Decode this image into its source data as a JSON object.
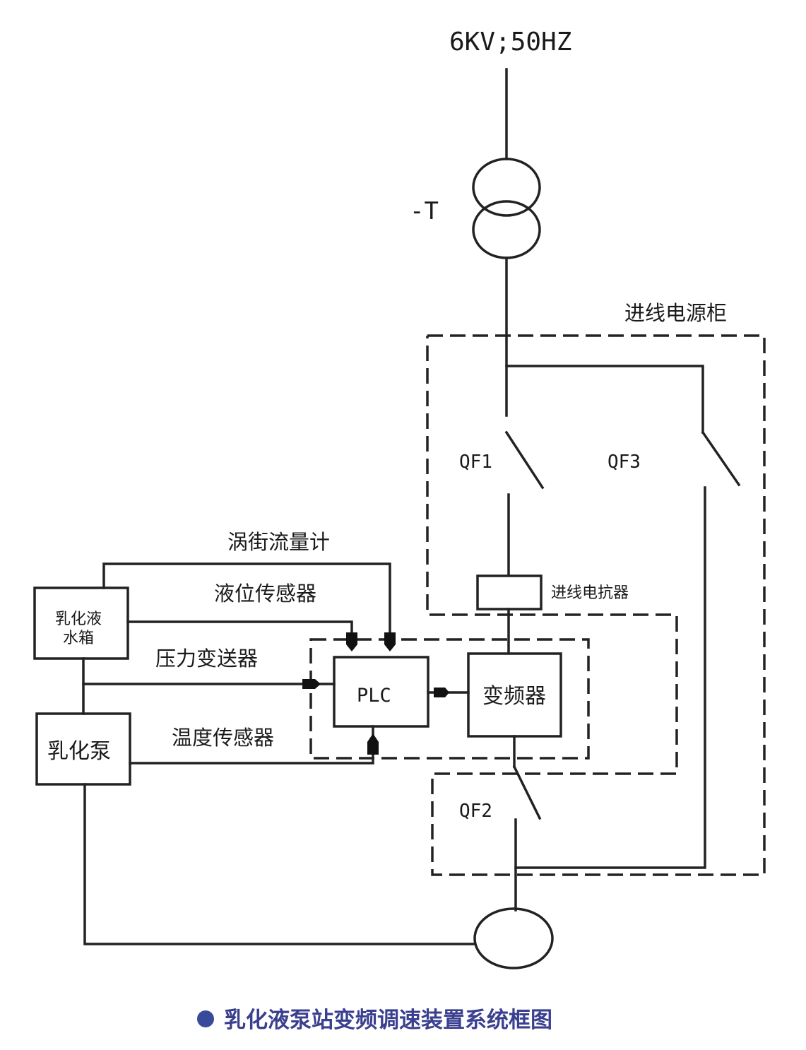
{
  "supply_label": "6KV;50HZ",
  "transformer_label": "-T",
  "incoming_cabinet_label": "进线电源柜",
  "breakers": {
    "qf1": "QF1",
    "qf2": "QF2",
    "qf3": "QF3"
  },
  "reactor_label": "进线电抗器",
  "inverter_label": "变频器",
  "plc_label": "PLC",
  "tank_label_line1": "乳化液",
  "tank_label_line2": "水箱",
  "pump_label": "乳化泵",
  "sensors": {
    "flowmeter": "涡街流量计",
    "level": "液位传感器",
    "pressure": "压力变送器",
    "temperature": "温度传感器"
  },
  "caption": "乳化液泵站变频调速装置系统框图",
  "colors": {
    "caption": "#3a3f8f",
    "caption_bullet": "#3a4a9a",
    "line": "#222222"
  }
}
